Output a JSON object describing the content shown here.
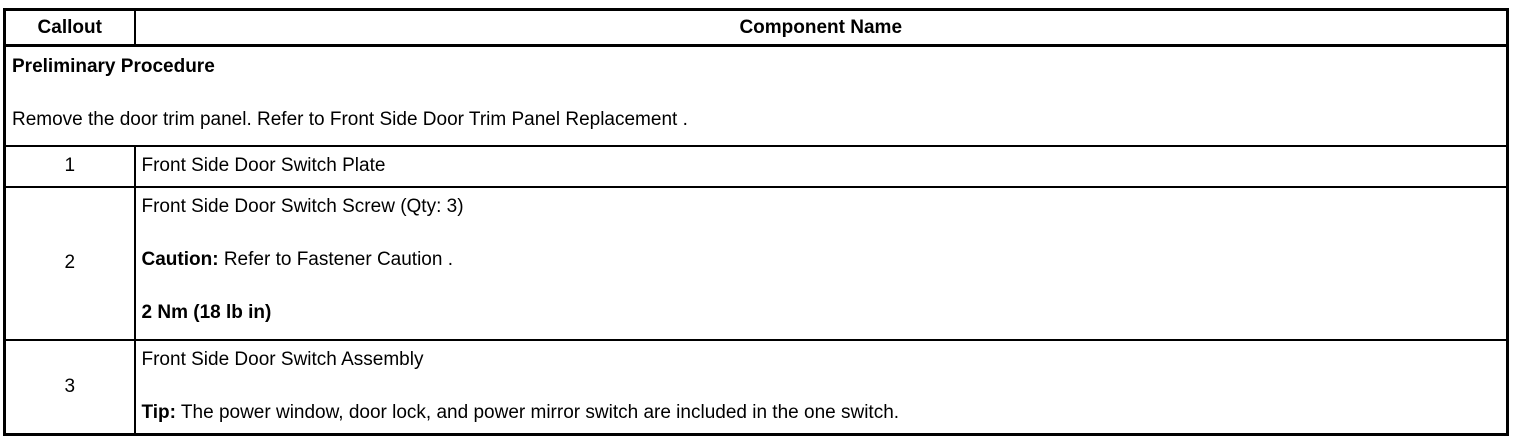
{
  "table": {
    "header": {
      "callout": "Callout",
      "component": "Component Name"
    },
    "preliminary": {
      "heading": "Preliminary Procedure",
      "body": "Remove the door trim panel. Refer to Front Side Door Trim Panel Replacement ."
    },
    "rows": [
      {
        "callout": "1",
        "name": "Front Side Door Switch Plate"
      },
      {
        "callout": "2",
        "name": "Front Side Door Switch Screw (Qty: 3)",
        "caution_label": "Caution:",
        "caution_text": " Refer to Fastener Caution .",
        "torque": "2 Nm (18 lb in)"
      },
      {
        "callout": "3",
        "name": "Front Side Door Switch Assembly",
        "tip_label": "Tip:",
        "tip_text": " The power window, door lock, and power mirror switch are included in the one switch."
      }
    ]
  }
}
